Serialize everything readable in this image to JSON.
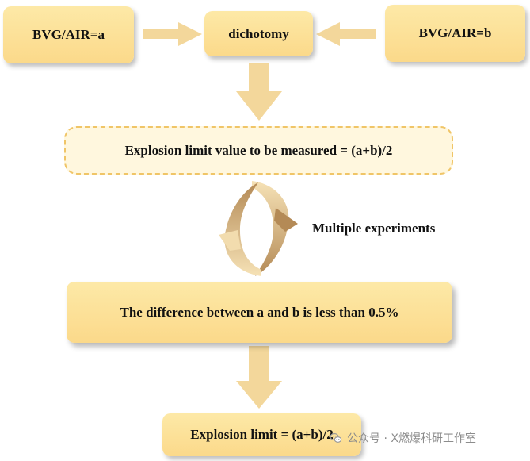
{
  "nodes": {
    "left": "BVG/AIR=a",
    "center_top": "dichotomy",
    "right": "BVG/AIR=b",
    "measure": "Explosion limit value to be measured = (a+b)/2",
    "loop_label": "Multiple experiments",
    "condition": "The difference between a and b is less than 0.5%",
    "result": "Explosion limit = (a+b)/2"
  },
  "watermark": {
    "text": "公众号 · X燃爆科研工作室",
    "icon": "wechat-icon"
  },
  "colors": {
    "box_fill": "#fbd98a",
    "arrow_fill": "#f3d79b",
    "dashed_border": "#f0c567",
    "cycle_gradient_dark": "#b08a55"
  }
}
